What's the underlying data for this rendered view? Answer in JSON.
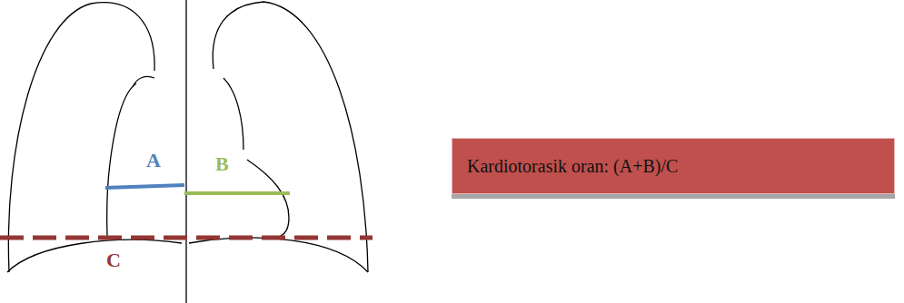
{
  "diagram": {
    "nodes": [
      {
        "text": [
          "Kardiotorasik oran: (A+B)/C"
        ]
      }
    ],
    "labels": [
      "A",
      "B",
      "C"
    ]
  }
}
